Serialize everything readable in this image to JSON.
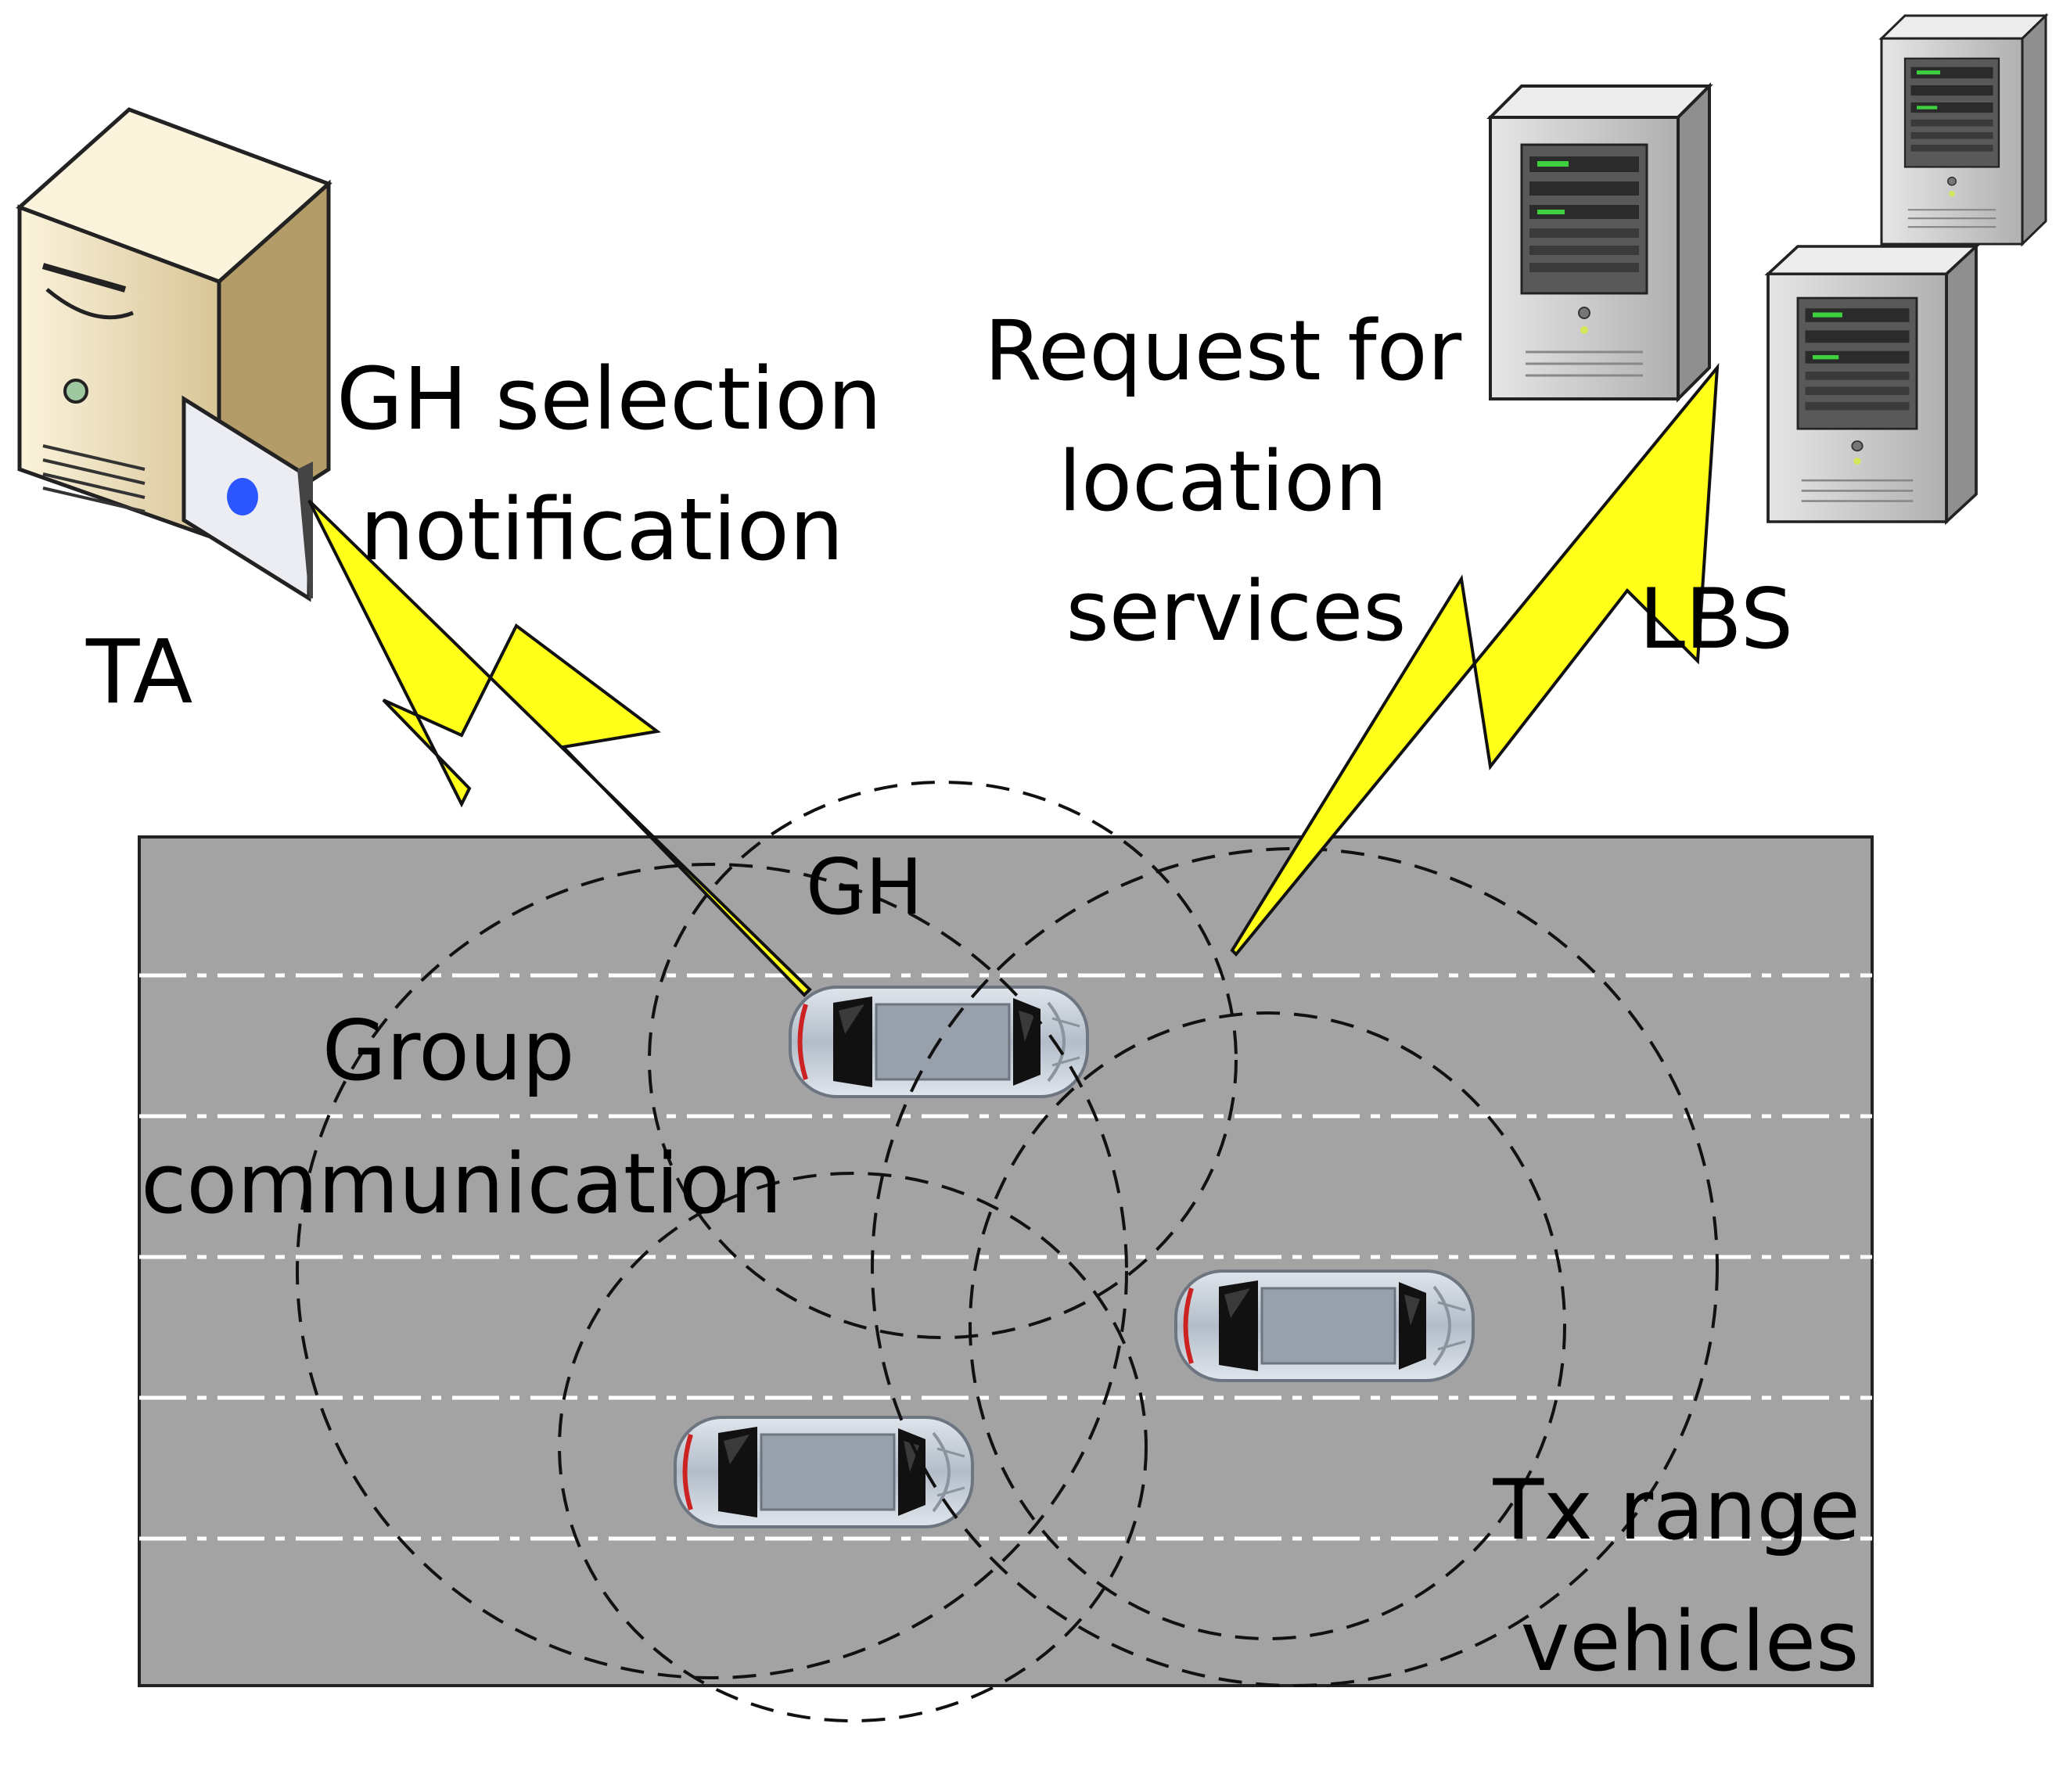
{
  "labels": {
    "ta": "TA",
    "lbs": "LBS",
    "gh_notification": [
      "GH selection",
      "notification"
    ],
    "request": [
      "Request for",
      "location",
      "services"
    ],
    "gh": "GH",
    "group_comm": [
      "Group",
      "communication"
    ],
    "tx_range": [
      "Tx range",
      "vehicles"
    ]
  },
  "icons": {
    "ta_server": "server-tower-icon",
    "lbs_servers": "server-tower-icon",
    "lightning": "lightning-bolt-icon",
    "vehicle": "car-icon"
  },
  "colors": {
    "road": "#a3a3a3",
    "lane_marking": "#ffffff",
    "lightning": "#ffff1a",
    "ta_server": "#e8d9b0",
    "lbs_server": "#bdbdbd",
    "car_body": "#b8c1cc"
  }
}
